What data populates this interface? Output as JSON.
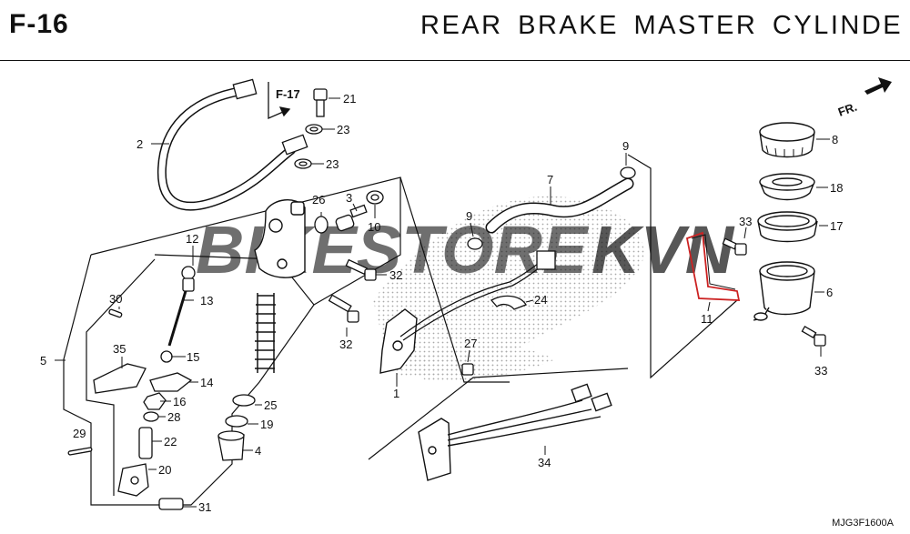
{
  "header": {
    "code": "F-16",
    "title": "REAR  BRAKE  MASTER  CYLINDE"
  },
  "refs": {
    "f17": "F-17",
    "fr": "FR."
  },
  "parts": {
    "p1": "1",
    "p2": "2",
    "p3": "3",
    "p4": "4",
    "p5": "5",
    "p6": "6",
    "p7": "7",
    "p8": "8",
    "p9a": "9",
    "p9b": "9",
    "p10": "10",
    "p11": "11",
    "p12": "12",
    "p13": "13",
    "p14": "14",
    "p15": "15",
    "p16": "16",
    "p17": "17",
    "p18": "18",
    "p19": "19",
    "p20": "20",
    "p21": "21",
    "p22": "22",
    "p23a": "23",
    "p23b": "23",
    "p24": "24",
    "p25": "25",
    "p26": "26",
    "p27": "27",
    "p28": "28",
    "p29": "29",
    "p30": "30",
    "p31": "31",
    "p32a": "32",
    "p32b": "32",
    "p33a": "33",
    "p33b": "33",
    "p34": "34",
    "p35": "35"
  },
  "watermark": {
    "left": "BIKESTORE",
    "right": "KVN"
  },
  "diagram_code": "MJG3F1600A",
  "colors": {
    "line": "#111111",
    "watermark_gray": "#c9c9c9",
    "watermark_red": "#e58a8a",
    "halftone": "#bdbdbd",
    "accent_red": "#cc2222"
  }
}
